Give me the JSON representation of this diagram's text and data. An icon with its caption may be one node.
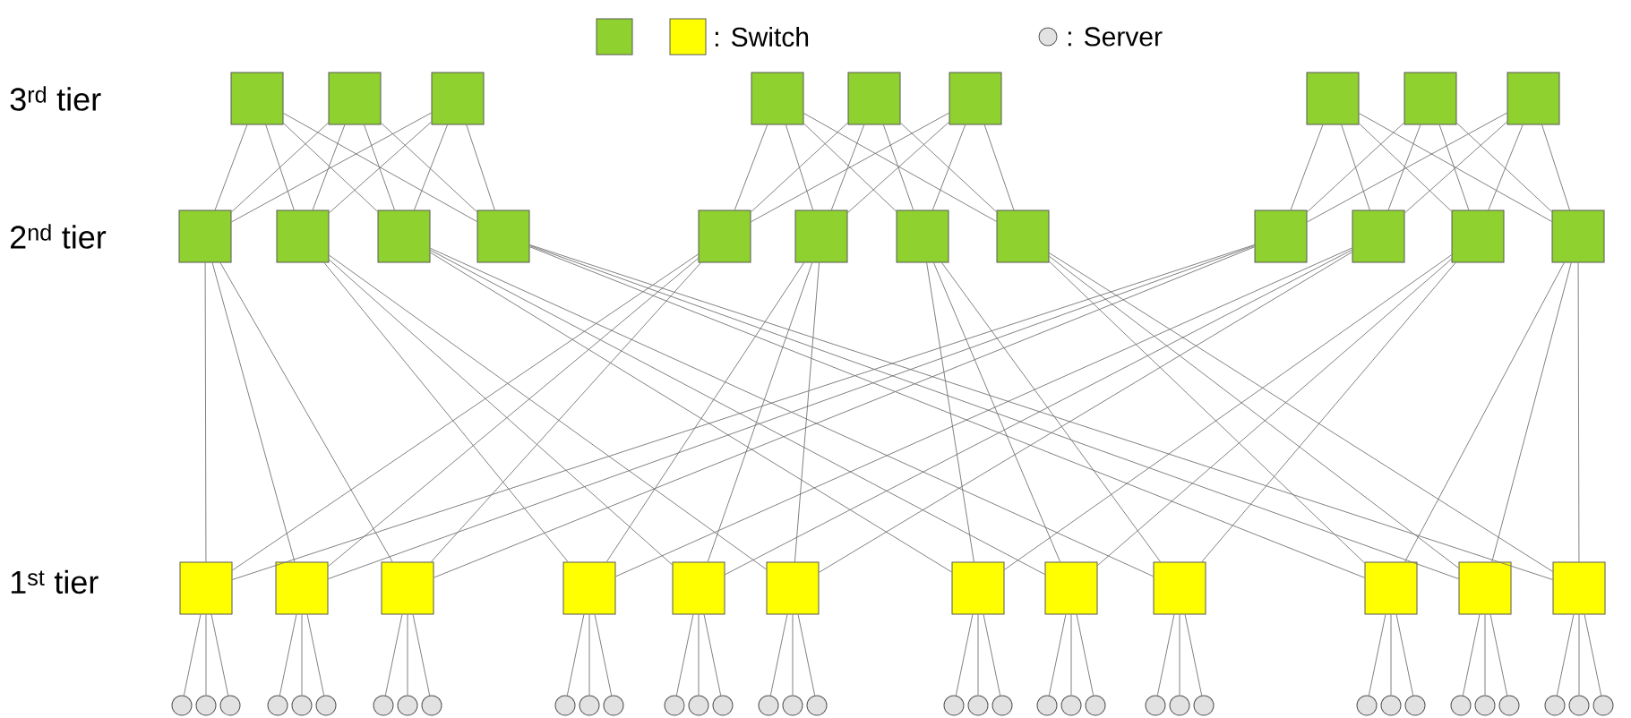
{
  "diagram": {
    "nodes": [
      {
        "text": [],
        "shape": "box"
      },
      {
        "text": [],
        "shape": "box"
      },
      {
        "text": [],
        "shape": "box"
      },
      {
        "text": [],
        "shape": "box"
      },
      {
        "text": [],
        "shape": "box"
      },
      {
        "text": [],
        "shape": "box"
      },
      {
        "text": [],
        "shape": "box"
      },
      {
        "text": [],
        "shape": "box"
      },
      {
        "text": [],
        "shape": "box"
      },
      {
        "text": [],
        "shape": "box"
      },
      {
        "text": [],
        "shape": "box"
      },
      {
        "text": [],
        "shape": "box"
      },
      {
        "text": [],
        "shape": "box"
      },
      {
        "text": [],
        "shape": "box"
      },
      {
        "text": [],
        "shape": "box"
      },
      {
        "text": [],
        "shape": "box"
      },
      {
        "text": [],
        "shape": "box"
      },
      {
        "text": [],
        "shape": "box"
      },
      {
        "text": [],
        "shape": "box"
      },
      {
        "text": [],
        "shape": "box"
      },
      {
        "text": [],
        "shape": "box"
      },
      {
        "text": [],
        "shape": "box"
      },
      {
        "text": [],
        "shape": "box"
      },
      {
        "text": [],
        "shape": "box"
      },
      {
        "text": [],
        "shape": "box"
      },
      {
        "text": [],
        "shape": "box"
      },
      {
        "text": [],
        "shape": "box"
      },
      {
        "text": [],
        "shape": "box"
      },
      {
        "text": [],
        "shape": "box"
      },
      {
        "text": [],
        "shape": "box"
      },
      {
        "text": [],
        "shape": "box"
      },
      {
        "text": [],
        "shape": "box"
      },
      {
        "text": [],
        "shape": "box"
      },
      {
        "text": [],
        "shape": "circle"
      },
      {
        "text": [],
        "shape": "circle"
      },
      {
        "text": [],
        "shape": "circle"
      },
      {
        "text": [],
        "shape": "circle"
      },
      {
        "text": [],
        "shape": "circle"
      },
      {
        "text": [],
        "shape": "circle"
      },
      {
        "text": [],
        "shape": "circle"
      },
      {
        "text": [],
        "shape": "circle"
      },
      {
        "text": [],
        "shape": "circle"
      },
      {
        "text": [],
        "shape": "circle"
      },
      {
        "text": [],
        "shape": "circle"
      },
      {
        "text": [],
        "shape": "circle"
      },
      {
        "text": [],
        "shape": "circle"
      },
      {
        "text": [],
        "shape": "circle"
      },
      {
        "text": [],
        "shape": "circle"
      },
      {
        "text": [],
        "shape": "circle"
      },
      {
        "text": [],
        "shape": "circle"
      },
      {
        "text": [],
        "shape": "circle"
      },
      {
        "text": [],
        "shape": "circle"
      },
      {
        "text": [],
        "shape": "circle"
      },
      {
        "text": [],
        "shape": "circle"
      },
      {
        "text": [],
        "shape": "circle"
      },
      {
        "text": [],
        "shape": "circle"
      },
      {
        "text": [],
        "shape": "circle"
      },
      {
        "text": [],
        "shape": "circle"
      },
      {
        "text": [],
        "shape": "circle"
      },
      {
        "text": [],
        "shape": "circle"
      },
      {
        "text": [],
        "shape": "circle"
      },
      {
        "text": [],
        "shape": "circle"
      },
      {
        "text": [],
        "shape": "circle"
      },
      {
        "text": [],
        "shape": "circle"
      },
      {
        "text": [],
        "shape": "circle"
      },
      {
        "text": [],
        "shape": "circle"
      },
      {
        "text": [],
        "shape": "circle"
      },
      {
        "text": [],
        "shape": "circle"
      },
      {
        "text": [],
        "shape": "circle"
      }
    ],
    "edges": [
      {
        "from": 0,
        "to": 9,
        "arrow": "none"
      },
      {
        "from": 0,
        "to": 10,
        "arrow": "none"
      },
      {
        "from": 0,
        "to": 11,
        "arrow": "none"
      },
      {
        "from": 0,
        "to": 12,
        "arrow": "none"
      },
      {
        "from": 1,
        "to": 9,
        "arrow": "none"
      },
      {
        "from": 1,
        "to": 10,
        "arrow": "none"
      },
      {
        "from": 1,
        "to": 11,
        "arrow": "none"
      },
      {
        "from": 1,
        "to": 12,
        "arrow": "none"
      },
      {
        "from": 2,
        "to": 9,
        "arrow": "none"
      },
      {
        "from": 2,
        "to": 10,
        "arrow": "none"
      },
      {
        "from": 2,
        "to": 11,
        "arrow": "none"
      },
      {
        "from": 2,
        "to": 12,
        "arrow": "none"
      },
      {
        "from": 3,
        "to": 13,
        "arrow": "none"
      },
      {
        "from": 3,
        "to": 14,
        "arrow": "none"
      },
      {
        "from": 3,
        "to": 15,
        "arrow": "none"
      },
      {
        "from": 3,
        "to": 16,
        "arrow": "none"
      },
      {
        "from": 4,
        "to": 13,
        "arrow": "none"
      },
      {
        "from": 4,
        "to": 14,
        "arrow": "none"
      },
      {
        "from": 4,
        "to": 15,
        "arrow": "none"
      },
      {
        "from": 4,
        "to": 16,
        "arrow": "none"
      },
      {
        "from": 5,
        "to": 13,
        "arrow": "none"
      },
      {
        "from": 5,
        "to": 14,
        "arrow": "none"
      },
      {
        "from": 5,
        "to": 15,
        "arrow": "none"
      },
      {
        "from": 5,
        "to": 16,
        "arrow": "none"
      },
      {
        "from": 6,
        "to": 17,
        "arrow": "none"
      },
      {
        "from": 6,
        "to": 18,
        "arrow": "none"
      },
      {
        "from": 6,
        "to": 19,
        "arrow": "none"
      },
      {
        "from": 6,
        "to": 20,
        "arrow": "none"
      },
      {
        "from": 7,
        "to": 17,
        "arrow": "none"
      },
      {
        "from": 7,
        "to": 18,
        "arrow": "none"
      },
      {
        "from": 7,
        "to": 19,
        "arrow": "none"
      },
      {
        "from": 7,
        "to": 20,
        "arrow": "none"
      },
      {
        "from": 8,
        "to": 17,
        "arrow": "none"
      },
      {
        "from": 8,
        "to": 18,
        "arrow": "none"
      },
      {
        "from": 8,
        "to": 19,
        "arrow": "none"
      },
      {
        "from": 8,
        "to": 20,
        "arrow": "none"
      },
      {
        "from": 9,
        "to": 21,
        "arrow": "none"
      },
      {
        "from": 9,
        "to": 22,
        "arrow": "none"
      },
      {
        "from": 9,
        "to": 23,
        "arrow": "none"
      },
      {
        "from": 10,
        "to": 24,
        "arrow": "none"
      },
      {
        "from": 10,
        "to": 25,
        "arrow": "none"
      },
      {
        "from": 10,
        "to": 26,
        "arrow": "none"
      },
      {
        "from": 11,
        "to": 27,
        "arrow": "none"
      },
      {
        "from": 11,
        "to": 28,
        "arrow": "none"
      },
      {
        "from": 11,
        "to": 29,
        "arrow": "none"
      },
      {
        "from": 12,
        "to": 30,
        "arrow": "none"
      },
      {
        "from": 12,
        "to": 31,
        "arrow": "none"
      },
      {
        "from": 12,
        "to": 32,
        "arrow": "none"
      },
      {
        "from": 13,
        "to": 21,
        "arrow": "none"
      },
      {
        "from": 13,
        "to": 22,
        "arrow": "none"
      },
      {
        "from": 13,
        "to": 23,
        "arrow": "none"
      },
      {
        "from": 14,
        "to": 24,
        "arrow": "none"
      },
      {
        "from": 14,
        "to": 25,
        "arrow": "none"
      },
      {
        "from": 14,
        "to": 26,
        "arrow": "none"
      },
      {
        "from": 15,
        "to": 27,
        "arrow": "none"
      },
      {
        "from": 15,
        "to": 28,
        "arrow": "none"
      },
      {
        "from": 15,
        "to": 29,
        "arrow": "none"
      },
      {
        "from": 16,
        "to": 30,
        "arrow": "none"
      },
      {
        "from": 16,
        "to": 31,
        "arrow": "none"
      },
      {
        "from": 16,
        "to": 32,
        "arrow": "none"
      },
      {
        "from": 17,
        "to": 21,
        "arrow": "none"
      },
      {
        "from": 17,
        "to": 22,
        "arrow": "none"
      },
      {
        "from": 17,
        "to": 23,
        "arrow": "none"
      },
      {
        "from": 18,
        "to": 24,
        "arrow": "none"
      },
      {
        "from": 18,
        "to": 25,
        "arrow": "none"
      },
      {
        "from": 18,
        "to": 26,
        "arrow": "none"
      },
      {
        "from": 19,
        "to": 27,
        "arrow": "none"
      },
      {
        "from": 19,
        "to": 28,
        "arrow": "none"
      },
      {
        "from": 19,
        "to": 29,
        "arrow": "none"
      },
      {
        "from": 20,
        "to": 30,
        "arrow": "none"
      },
      {
        "from": 20,
        "to": 31,
        "arrow": "none"
      },
      {
        "from": 20,
        "to": 32,
        "arrow": "none"
      },
      {
        "from": 21,
        "to": 33,
        "arrow": "none"
      },
      {
        "from": 21,
        "to": 34,
        "arrow": "none"
      },
      {
        "from": 21,
        "to": 35,
        "arrow": "none"
      },
      {
        "from": 22,
        "to": 36,
        "arrow": "none"
      },
      {
        "from": 22,
        "to": 37,
        "arrow": "none"
      },
      {
        "from": 22,
        "to": 38,
        "arrow": "none"
      },
      {
        "from": 23,
        "to": 39,
        "arrow": "none"
      },
      {
        "from": 23,
        "to": 40,
        "arrow": "none"
      },
      {
        "from": 23,
        "to": 41,
        "arrow": "none"
      },
      {
        "from": 24,
        "to": 42,
        "arrow": "none"
      },
      {
        "from": 24,
        "to": 43,
        "arrow": "none"
      },
      {
        "from": 24,
        "to": 44,
        "arrow": "none"
      },
      {
        "from": 25,
        "to": 45,
        "arrow": "none"
      },
      {
        "from": 25,
        "to": 46,
        "arrow": "none"
      },
      {
        "from": 25,
        "to": 47,
        "arrow": "none"
      },
      {
        "from": 26,
        "to": 48,
        "arrow": "none"
      },
      {
        "from": 26,
        "to": 49,
        "arrow": "none"
      },
      {
        "from": 26,
        "to": 50,
        "arrow": "none"
      },
      {
        "from": 27,
        "to": 51,
        "arrow": "none"
      },
      {
        "from": 27,
        "to": 52,
        "arrow": "none"
      },
      {
        "from": 27,
        "to": 53,
        "arrow": "none"
      },
      {
        "from": 28,
        "to": 54,
        "arrow": "none"
      },
      {
        "from": 28,
        "to": 55,
        "arrow": "none"
      },
      {
        "from": 28,
        "to": 56,
        "arrow": "none"
      },
      {
        "from": 29,
        "to": 57,
        "arrow": "none"
      },
      {
        "from": 29,
        "to": 58,
        "arrow": "none"
      },
      {
        "from": 29,
        "to": 59,
        "arrow": "none"
      },
      {
        "from": 30,
        "to": 60,
        "arrow": "none"
      },
      {
        "from": 30,
        "to": 61,
        "arrow": "none"
      },
      {
        "from": 30,
        "to": 62,
        "arrow": "none"
      },
      {
        "from": 31,
        "to": 63,
        "arrow": "none"
      },
      {
        "from": 31,
        "to": 64,
        "arrow": "none"
      },
      {
        "from": 31,
        "to": 65,
        "arrow": "none"
      },
      {
        "from": 32,
        "to": 66,
        "arrow": "none"
      },
      {
        "from": 32,
        "to": 67,
        "arrow": "none"
      },
      {
        "from": 32,
        "to": 68,
        "arrow": "none"
      }
    ],
    "labels": [
      "3$^{rd}$ tier",
      "2$^{nd}$ tier",
      "1$^{st}$ tier"
    ],
    "legend": [
      {
        "text": ": Switch",
        "color": "#8fd12f"
      },
      {
        "text": ": Server"
      }
    ]
  }
}
